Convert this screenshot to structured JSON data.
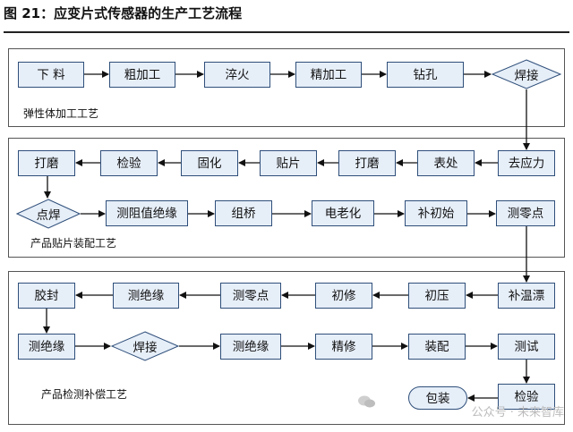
{
  "figure_title": "图 21：应变片式传感器的生产工艺流程",
  "sections": [
    {
      "label": "弹性体加工工艺"
    },
    {
      "label": "产品贴片装配工艺"
    },
    {
      "label": "产品检测补偿工艺"
    }
  ],
  "steps": {
    "s1": "下 料",
    "s2": "粗加工",
    "s3": "淬火",
    "s4": "精加工",
    "s5": "钻孔",
    "s6": "焊接",
    "r2a": "去应力",
    "r2b": "表处",
    "r2c": "打磨",
    "r2d": "贴片",
    "r2e": "固化",
    "r2f": "检验",
    "r2g": "打磨",
    "r3a": "点焊",
    "r3b": "测阻值绝缘",
    "r3c": "组桥",
    "r3d": "电老化",
    "r3e": "补初始",
    "r3f": "测零点",
    "r4a": "补温漂",
    "r4b": "初压",
    "r4c": "初修",
    "r4d": "测零点",
    "r4e": "测绝缘",
    "r4f": "胶封",
    "r5a": "测绝缘",
    "r5b": "焊接",
    "r5c": "测绝缘",
    "r5d": "精修",
    "r5e": "装配",
    "r5f": "测试",
    "r6a": "检验",
    "r6b": "包装"
  },
  "watermark": "公众号 · 未来智库",
  "colors": {
    "box_fill": "#e6eef8",
    "box_border": "#2f4f7a",
    "arrow": "#111111"
  }
}
